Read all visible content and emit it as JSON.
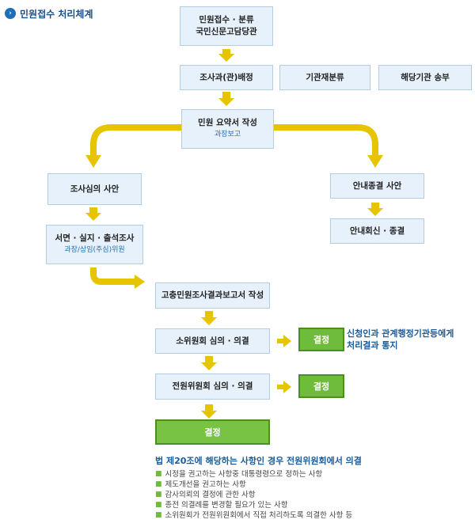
{
  "header": {
    "title": "민원접수 처리체계",
    "icon": "chevron-right-icon"
  },
  "nodes": {
    "reception_line1": "민원접수 · 분류",
    "reception_line2": "국민신문고담당관",
    "assign": "조사과(관)배정",
    "transfer_agency": "기관재분류",
    "send_agency": "해당기관 송부",
    "summary": "민원 요약서 작성",
    "summary_sub": "과장보고",
    "investigate_case": "조사심의 사안",
    "guide_case": "안내종결 사안",
    "field_line1": "서면 · 실지 · 출석조사",
    "field_line2": "과장/상임(주심)위원",
    "guide_reply": "안내회신 · 종결",
    "report": "고충민원조사결과보고서 작성",
    "subcommittee": "소위원회 심의 · 의결",
    "plenary": "전원위원회 심의 · 의결",
    "decision1": "결정",
    "decision2": "결정",
    "decision_final": "결정"
  },
  "notification_line1": "신청인과 관계행정기관등에게",
  "notification_line2": "처리결과 통지",
  "law": {
    "title": "법 제20조에 해당하는 사항인 경우 전원위원회에서 의결",
    "items": [
      "시정을 권고하는 사항중 대통령령으로 정하는 사항",
      "제도개선을 권고하는 사항",
      "감사의뢰의 결정에 관한 사항",
      "종전 의결례를 변경할 필요가 있는 사항",
      "소위원회가 전원위원회에서 직접 처리하도록 의결한 사항 등"
    ]
  },
  "colors": {
    "box_fill": "#e6f1fb",
    "box_border": "#b3cde3",
    "arrow": "#e6c400",
    "decision": "#6fbb3c",
    "accent_text": "#1a5c9a"
  }
}
